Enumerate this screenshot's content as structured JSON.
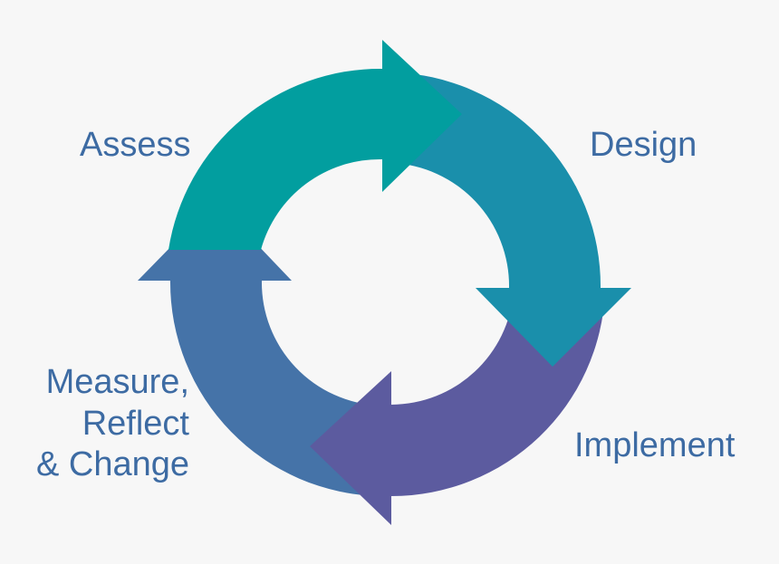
{
  "stages": {
    "assess": {
      "label": "Assess",
      "color": "#029e9f"
    },
    "design": {
      "label": "Design",
      "color": "#1a8fab"
    },
    "implement": {
      "label": "Implement",
      "color": "#5c5b9f"
    },
    "measure": {
      "lines": [
        "Measure,",
        "Reflect",
        "& Change"
      ],
      "color": "#4573a8"
    }
  },
  "label_color": "#3d6ba3",
  "background": "#f7f7f7"
}
